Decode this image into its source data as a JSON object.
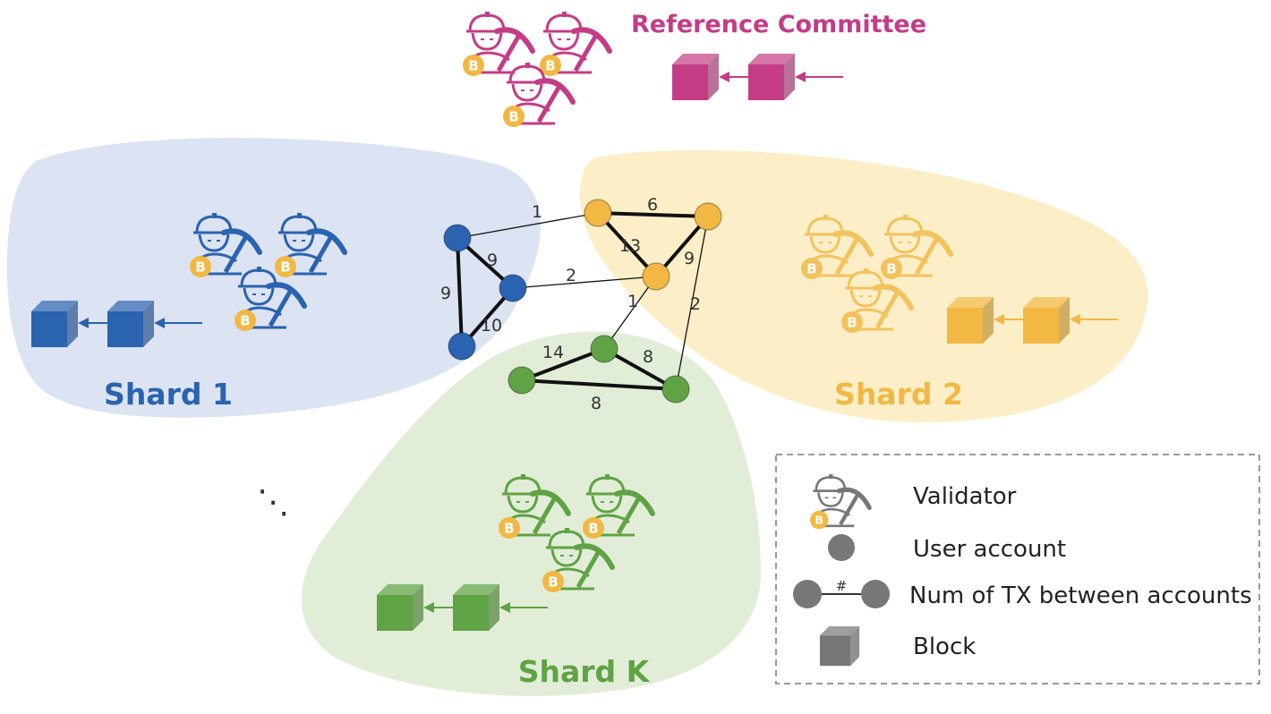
{
  "reference_committee": {
    "label": "Reference Committee",
    "color": "#C43C86"
  },
  "shards": [
    {
      "id": "shard-1",
      "label": "Shard 1",
      "color": "#2A63B0",
      "bg": "#DCE3F2"
    },
    {
      "id": "shard-2",
      "label": "Shard 2",
      "color": "#F2B843",
      "bg": "#FCEFC8"
    },
    {
      "id": "shard-k",
      "label": "Shard K",
      "color": "#5FA344",
      "bg": "#E2EDD8"
    }
  ],
  "ellipsis": "⋱",
  "graph": {
    "nodes": [
      {
        "id": "b1",
        "shard": "shard-1"
      },
      {
        "id": "b2",
        "shard": "shard-1"
      },
      {
        "id": "b3",
        "shard": "shard-1"
      },
      {
        "id": "y1",
        "shard": "shard-2"
      },
      {
        "id": "y2",
        "shard": "shard-2"
      },
      {
        "id": "y3",
        "shard": "shard-2"
      },
      {
        "id": "g1",
        "shard": "shard-k"
      },
      {
        "id": "g2",
        "shard": "shard-k"
      },
      {
        "id": "g3",
        "shard": "shard-k"
      }
    ],
    "edges": [
      {
        "from": "b1",
        "to": "y1",
        "label": "1",
        "heavy": false
      },
      {
        "from": "b1",
        "to": "b2",
        "label": "9",
        "heavy": true
      },
      {
        "from": "b1",
        "to": "b3",
        "label": "9",
        "heavy": true
      },
      {
        "from": "b2",
        "to": "b3",
        "label": "10",
        "heavy": true
      },
      {
        "from": "b2",
        "to": "y3",
        "label": "2",
        "heavy": false
      },
      {
        "from": "y1",
        "to": "y2",
        "label": "6",
        "heavy": true
      },
      {
        "from": "y1",
        "to": "y3",
        "label": "13",
        "heavy": true
      },
      {
        "from": "y2",
        "to": "y3",
        "label": "9",
        "heavy": true
      },
      {
        "from": "y3",
        "to": "g1",
        "label": "1",
        "heavy": false
      },
      {
        "from": "y2",
        "to": "g3",
        "label": "2",
        "heavy": false
      },
      {
        "from": "g1",
        "to": "g2",
        "label": "14",
        "heavy": true
      },
      {
        "from": "g1",
        "to": "g3",
        "label": "8",
        "heavy": true
      },
      {
        "from": "g2",
        "to": "g3",
        "label": "8",
        "heavy": true
      }
    ]
  },
  "legend": {
    "items": [
      {
        "icon": "validator-icon",
        "label": "Validator"
      },
      {
        "icon": "account-icon",
        "label": "User account"
      },
      {
        "icon": "tx-edge-icon",
        "label": "Num of TX between accounts",
        "edge_symbol": "#"
      },
      {
        "icon": "block-icon",
        "label": "Block"
      }
    ],
    "gray": "#777777"
  }
}
